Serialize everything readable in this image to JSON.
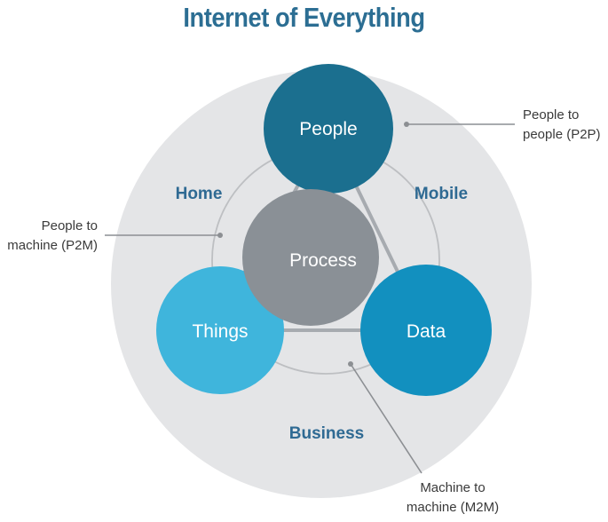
{
  "title": "Internet of Everything",
  "nodes": {
    "people": "People",
    "process": "Process",
    "things": "Things",
    "data": "Data"
  },
  "segments": {
    "home": "Home",
    "mobile": "Mobile",
    "business": "Business"
  },
  "connections": {
    "p2p": {
      "line1": "People to",
      "line2": "people (P2P)"
    },
    "p2m": {
      "line1": "People to",
      "line2": "machine (P2M)"
    },
    "m2m": {
      "line1": "Machine to",
      "line2": "machine (M2M)"
    }
  },
  "colors": {
    "title": "#2c6e93",
    "outer_circle": "#e4e5e7",
    "people": "#1b6f8f",
    "process": "#8a9096",
    "things": "#3fb5dc",
    "data": "#1290bf",
    "segment_text": "#2f6a93"
  }
}
